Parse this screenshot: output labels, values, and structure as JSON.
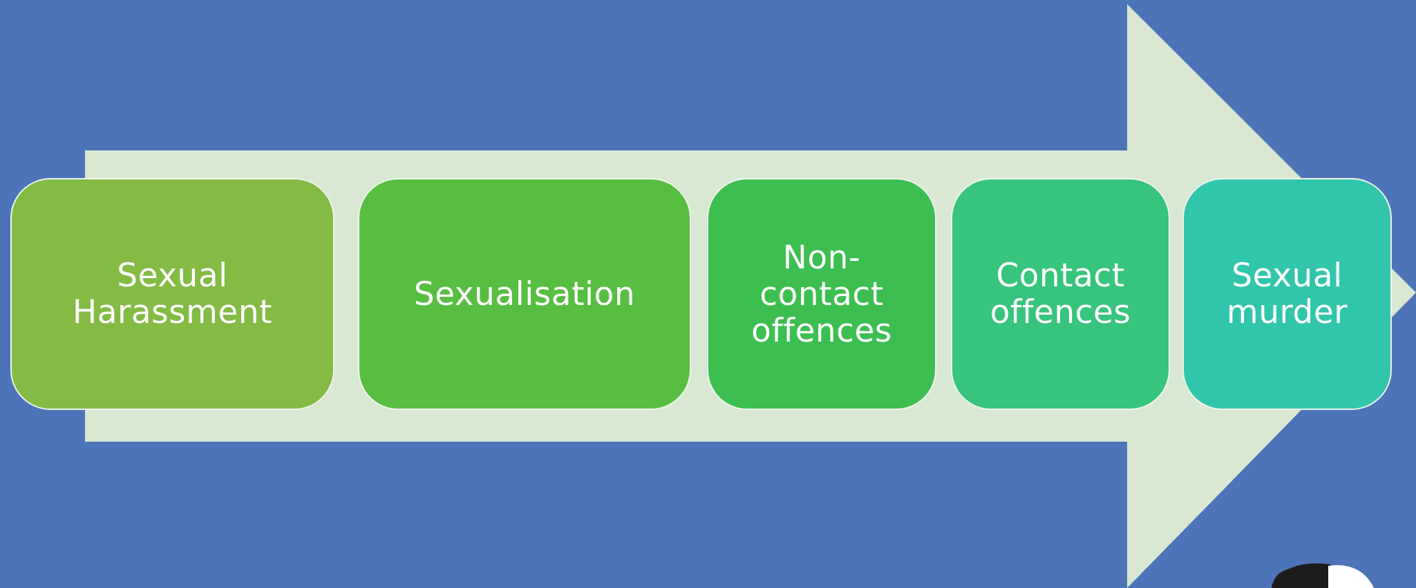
{
  "diagram": {
    "stages": [
      {
        "label": "Sexual\nHarassment",
        "color": "#83bb45"
      },
      {
        "label": "Sexualisation",
        "color": "#57be42"
      },
      {
        "label": "Non-\ncontact\noffences",
        "color": "#3cbf50"
      },
      {
        "label": "Contact\noffences",
        "color": "#37c47d"
      },
      {
        "label": "Sexual\nmurder",
        "color": "#31c6ab"
      }
    ],
    "arrow_color": "#d9e8d2",
    "background_color": "#4d74b8",
    "corner_logo": "logo-mark"
  }
}
